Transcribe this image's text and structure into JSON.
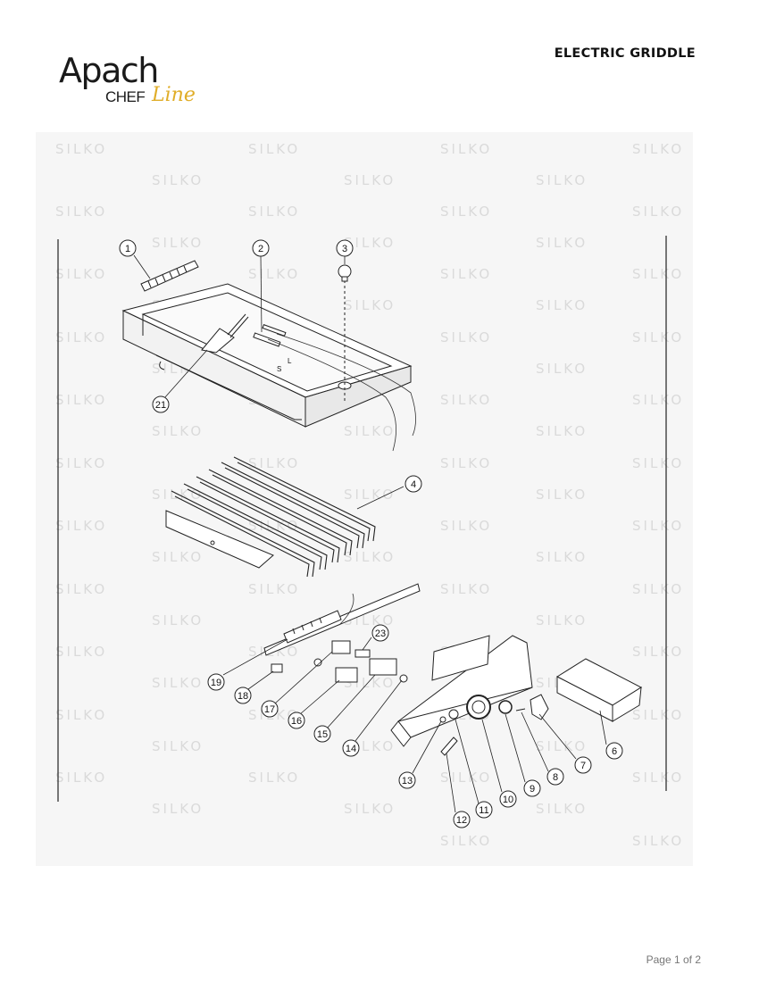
{
  "brand": {
    "name": "Apach",
    "sub1": "CHEF",
    "sub2": "Line"
  },
  "title": "ELECTRIC GRIDDLE",
  "watermark": "SILKO",
  "callouts": [
    "1",
    "2",
    "3",
    "4",
    "6",
    "7",
    "8",
    "9",
    "10",
    "11",
    "12",
    "13",
    "14",
    "15",
    "16",
    "17",
    "18",
    "19",
    "21",
    "23"
  ],
  "side_labels": {
    "left": "S",
    "right": "L"
  },
  "page_number": "Page 1 of 2"
}
